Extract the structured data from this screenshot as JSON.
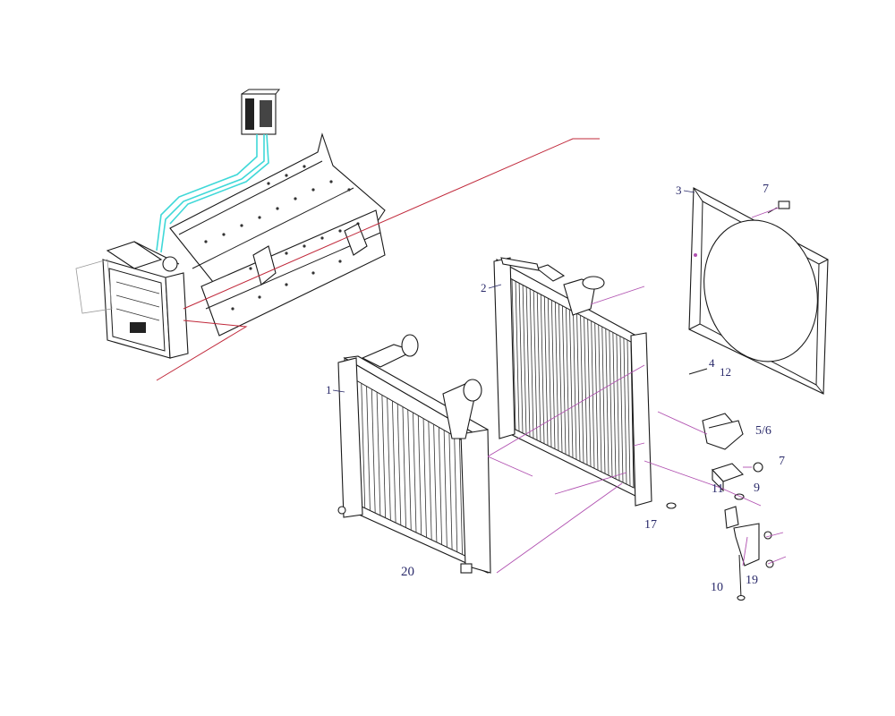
{
  "callouts": {
    "c1": "1",
    "c2": "2",
    "c3": "3",
    "c4": "4",
    "c12": "12",
    "c5_6": "5/6",
    "c7a": "7",
    "c7b": "7",
    "c9": "9",
    "c11": "11",
    "c17": "17",
    "c19": "19",
    "c10": "10",
    "c20": "20"
  },
  "colors": {
    "label": "#2a2a6a",
    "leader_magenta": "#b050b0",
    "section_red": "#c0283a",
    "pipe_cyan": "#3fd8d8",
    "line": "#1a1a1a"
  }
}
